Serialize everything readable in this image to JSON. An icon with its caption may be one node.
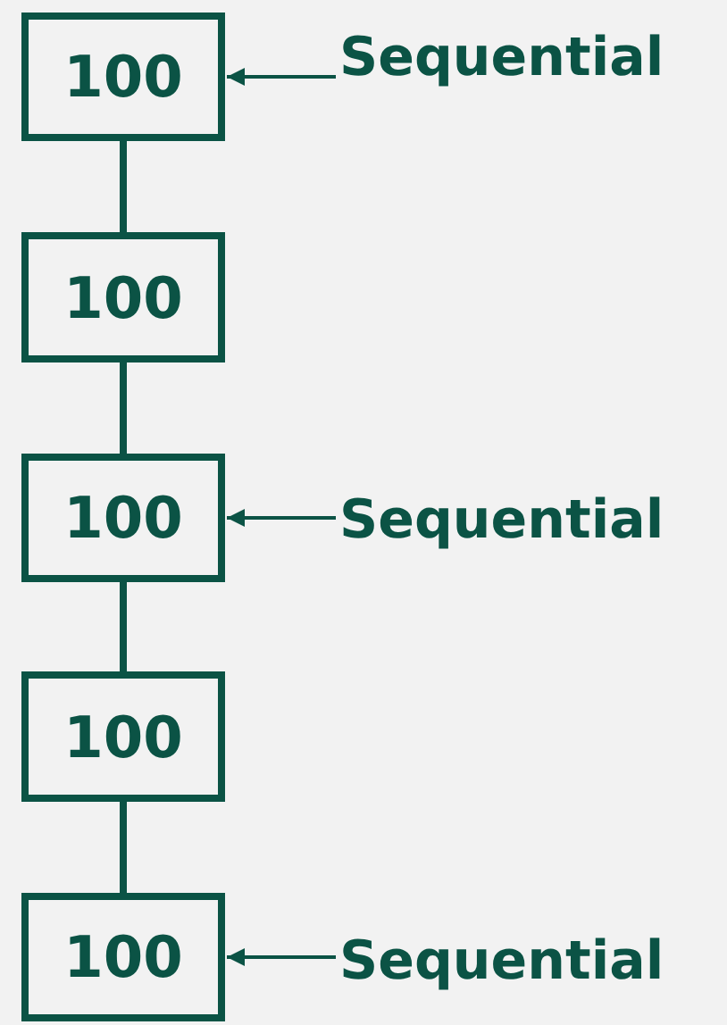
{
  "diagram": {
    "nodes": [
      {
        "text": [
          "100"
        ]
      },
      {
        "text": [
          "100"
        ]
      },
      {
        "text": [
          "100"
        ]
      },
      {
        "text": [
          "100"
        ]
      },
      {
        "text": [
          "100"
        ]
      },
      {
        "text": [
          "Sequential"
        ]
      },
      {
        "text": [
          "Sequential"
        ]
      },
      {
        "text": [
          "Sequential"
        ]
      }
    ],
    "edges": [
      {
        "from": 0,
        "to": 1,
        "arrow": "none"
      },
      {
        "from": 1,
        "to": 2,
        "arrow": "none"
      },
      {
        "from": 2,
        "to": 3,
        "arrow": "none"
      },
      {
        "from": 3,
        "to": 4,
        "arrow": "none"
      },
      {
        "from": 5,
        "to": 0,
        "arrow": "to"
      },
      {
        "from": 6,
        "to": 2,
        "arrow": "to"
      },
      {
        "from": 7,
        "to": 4,
        "arrow": "to"
      }
    ]
  }
}
